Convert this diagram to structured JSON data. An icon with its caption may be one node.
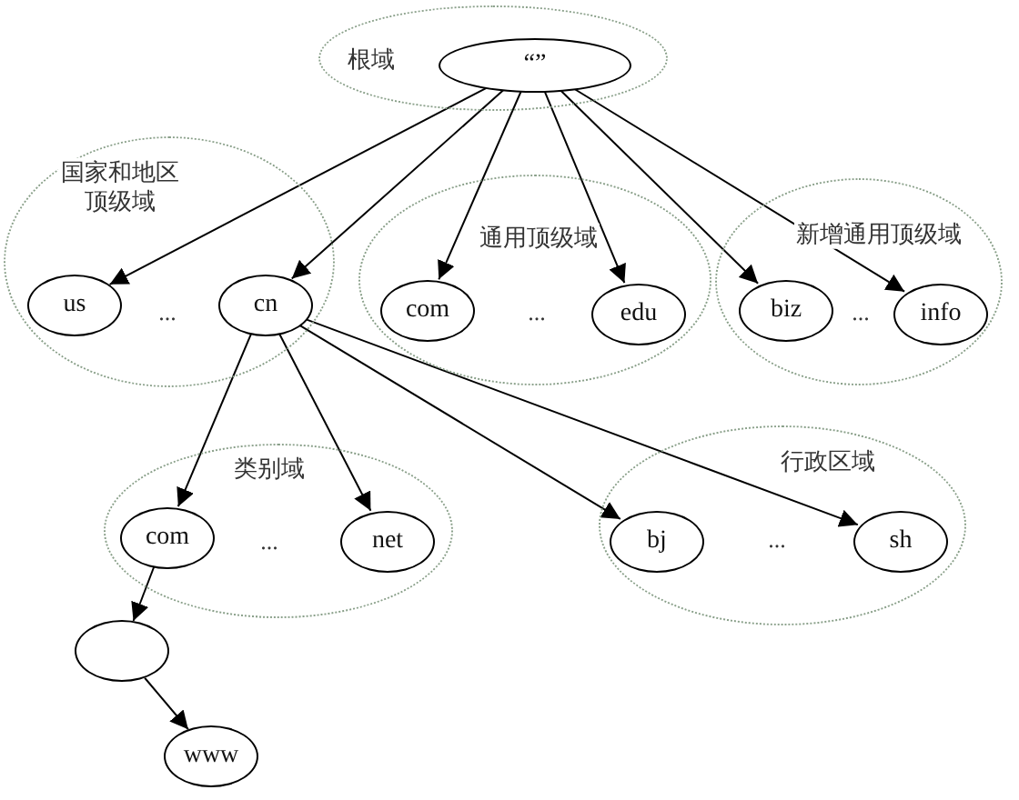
{
  "diagram": {
    "nodes": [
      {
        "text": [
          "根域"
        ]
      },
      {
        "text": [
          "“”"
        ],
        "in": 0
      },
      {
        "text": [
          "国家和地区顶级域"
        ]
      },
      {
        "text": [
          "us"
        ],
        "in": 2
      },
      {
        "text": [
          "cn"
        ],
        "in": 2
      },
      {
        "text": [
          "通用顶级域"
        ]
      },
      {
        "text": [
          "com"
        ],
        "in": 5
      },
      {
        "text": [
          "edu"
        ],
        "in": 5
      },
      {
        "text": [
          "新增通用顶级域"
        ]
      },
      {
        "text": [
          "biz"
        ],
        "in": 8
      },
      {
        "text": [
          "info"
        ],
        "in": 8
      },
      {
        "text": [
          "类别域"
        ]
      },
      {
        "text": [
          "com"
        ],
        "in": 11
      },
      {
        "text": [
          "net"
        ],
        "in": 11
      },
      {
        "text": [
          "行政区域"
        ]
      },
      {
        "text": [
          "bj"
        ],
        "in": 14
      },
      {
        "text": [
          "sh"
        ],
        "in": 14
      },
      {
        "text": [],
        "shape": "ellipse"
      },
      {
        "text": [
          "www"
        ]
      }
    ],
    "edges": [
      {
        "from": 1,
        "to": 3,
        "arrow": "to"
      },
      {
        "from": 1,
        "to": 4,
        "arrow": "to"
      },
      {
        "from": 1,
        "to": 6,
        "arrow": "to"
      },
      {
        "from": 1,
        "to": 7,
        "arrow": "to"
      },
      {
        "from": 1,
        "to": 9,
        "arrow": "to"
      },
      {
        "from": 1,
        "to": 10,
        "arrow": "to"
      },
      {
        "from": 4,
        "to": 12,
        "arrow": "to"
      },
      {
        "from": 4,
        "to": 13,
        "arrow": "to"
      },
      {
        "from": 4,
        "to": 15,
        "arrow": "to"
      },
      {
        "from": 4,
        "to": 16,
        "arrow": "to"
      },
      {
        "from": 12,
        "to": 17,
        "arrow": "to"
      },
      {
        "from": 17,
        "to": 18,
        "arrow": "to"
      }
    ],
    "labels": [
      "...",
      "...",
      "...",
      "...",
      "..."
    ]
  }
}
